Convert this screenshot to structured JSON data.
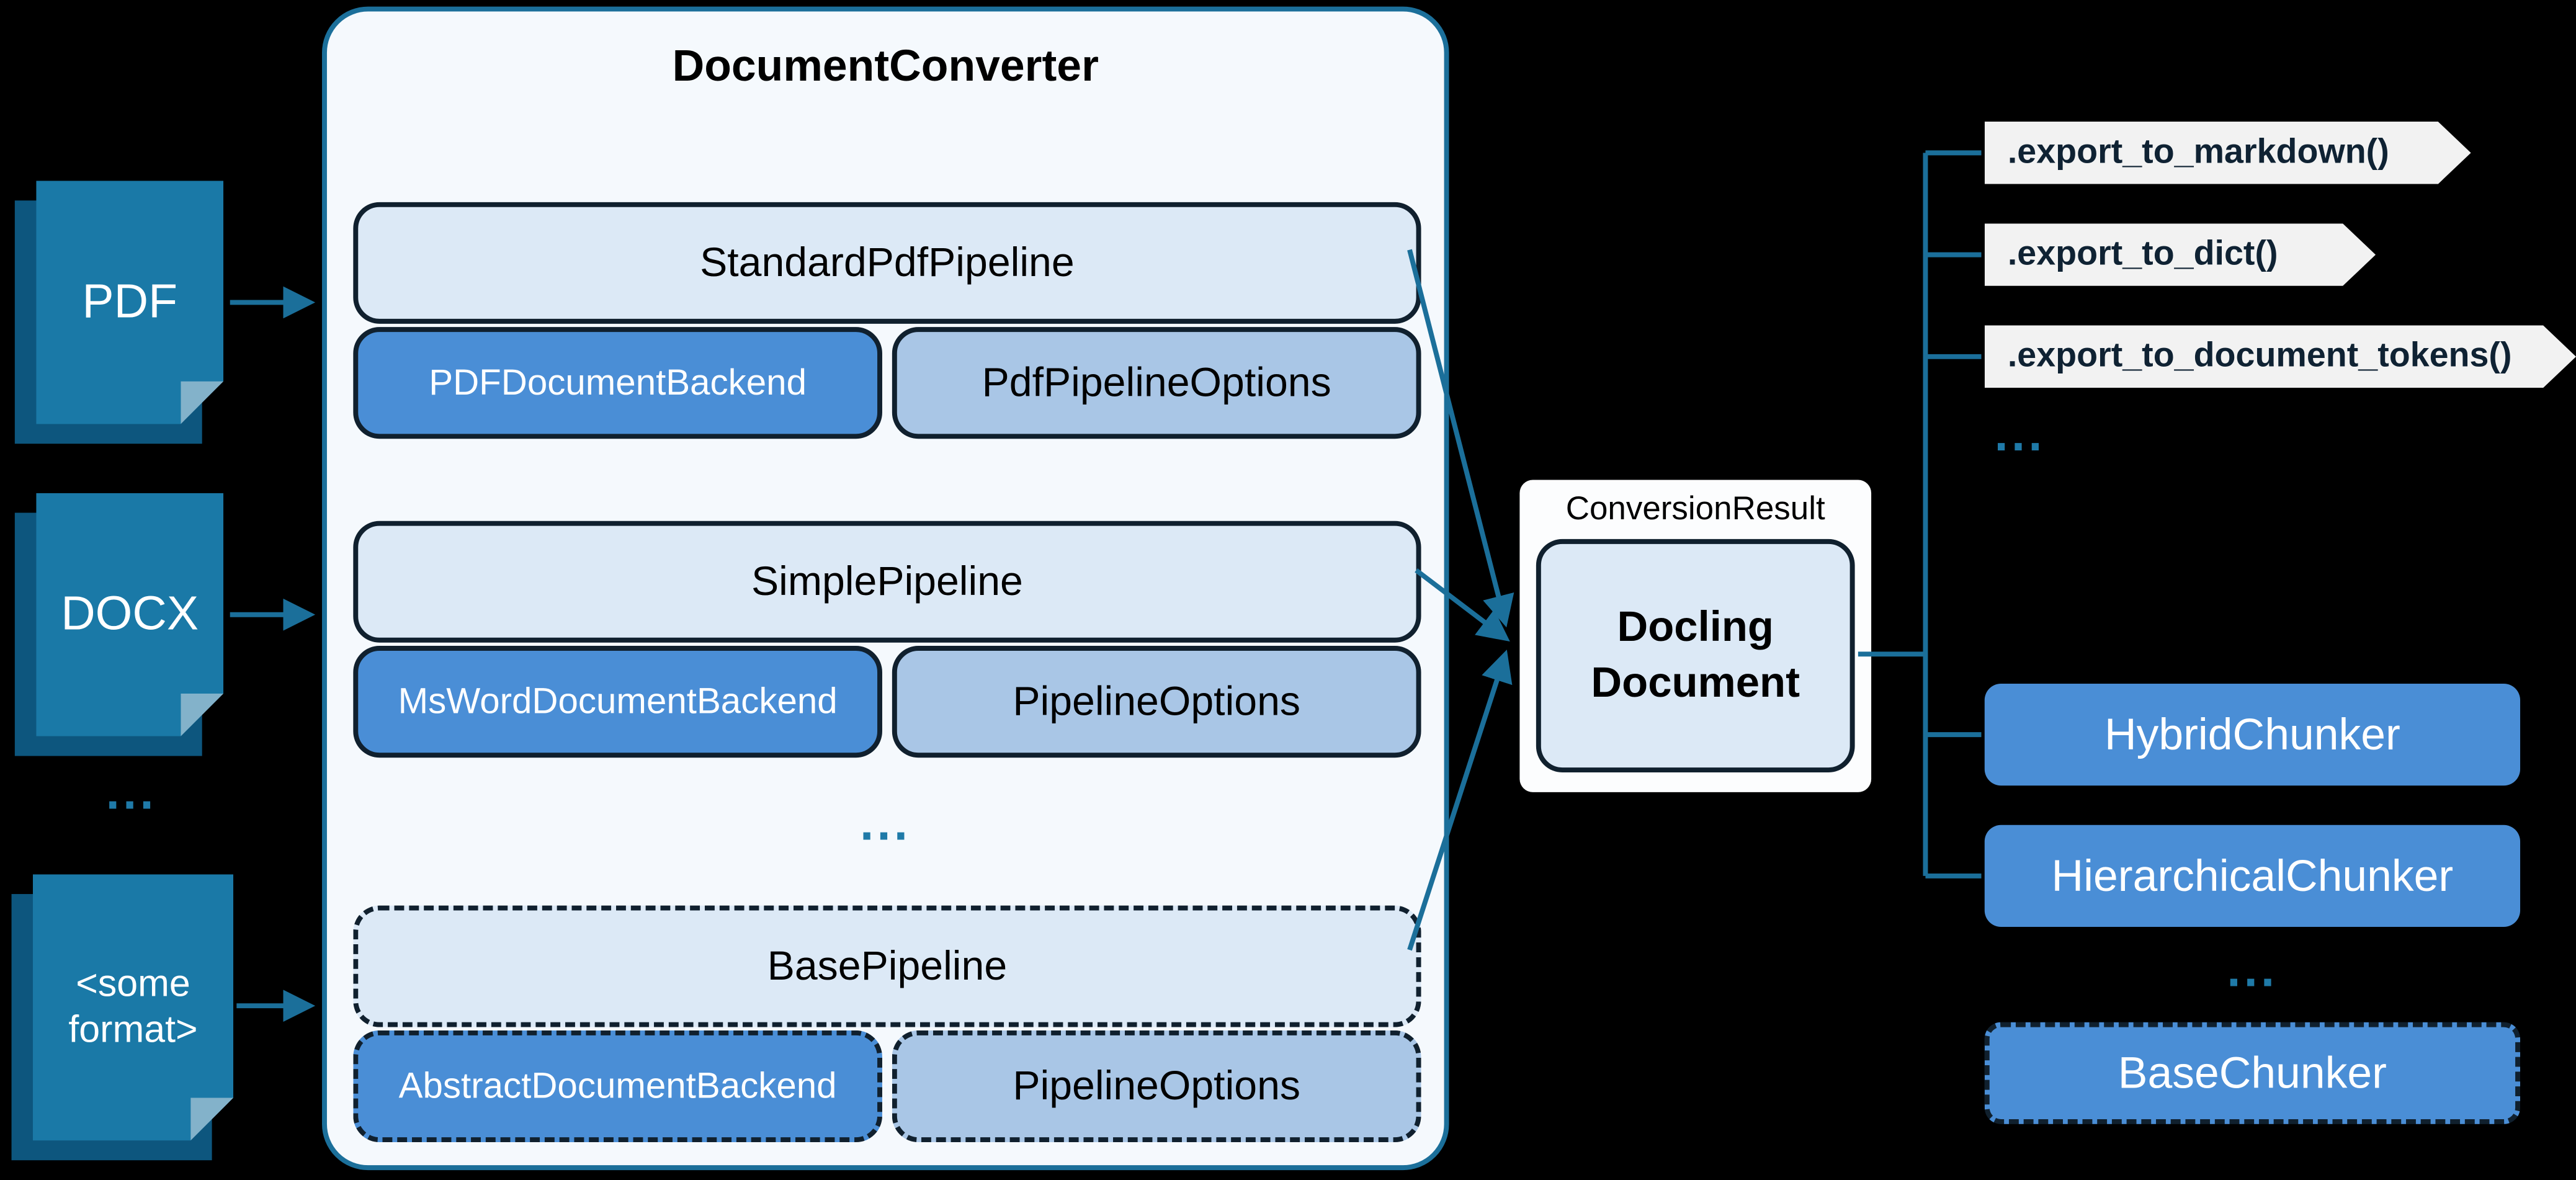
{
  "diagram": {
    "inputs": [
      {
        "label": "PDF"
      },
      {
        "label": "DOCX"
      },
      {
        "label": "<some format>"
      }
    ],
    "inputs_ellipsis": "...",
    "converter": {
      "title": "DocumentConverter",
      "ellipsis": "...",
      "pipelines": [
        {
          "title": "StandardPdfPipeline",
          "backend": "PDFDocumentBackend",
          "options": "PdfPipelineOptions"
        },
        {
          "title": "SimplePipeline",
          "backend": "MsWordDocumentBackend",
          "options": "PipelineOptions"
        },
        {
          "title": "BasePipeline",
          "backend": "AbstractDocumentBackend",
          "options": "PipelineOptions"
        }
      ]
    },
    "result": {
      "label": "ConversionResult",
      "document": "Docling Document"
    },
    "exports": [
      ".export_to_markdown()",
      ".export_to_dict()",
      ".export_to_document_tokens()"
    ],
    "exports_ellipsis": "...",
    "chunkers": [
      {
        "label": "HybridChunker"
      },
      {
        "label": "HierarchicalChunker"
      }
    ],
    "chunkers_ellipsis": "...",
    "base_chunker": {
      "label": "BaseChunker"
    },
    "colors": {
      "background": "#000000",
      "accent_teal": "#1b6f9a",
      "doc_blue": "#1a79a7",
      "backend_blue": "#4a8ed6",
      "light_blue": "#dce9f6",
      "options_blue": "#a9c6e6",
      "banner_gray": "#f2f2f2",
      "border_dark": "#10202e"
    }
  }
}
